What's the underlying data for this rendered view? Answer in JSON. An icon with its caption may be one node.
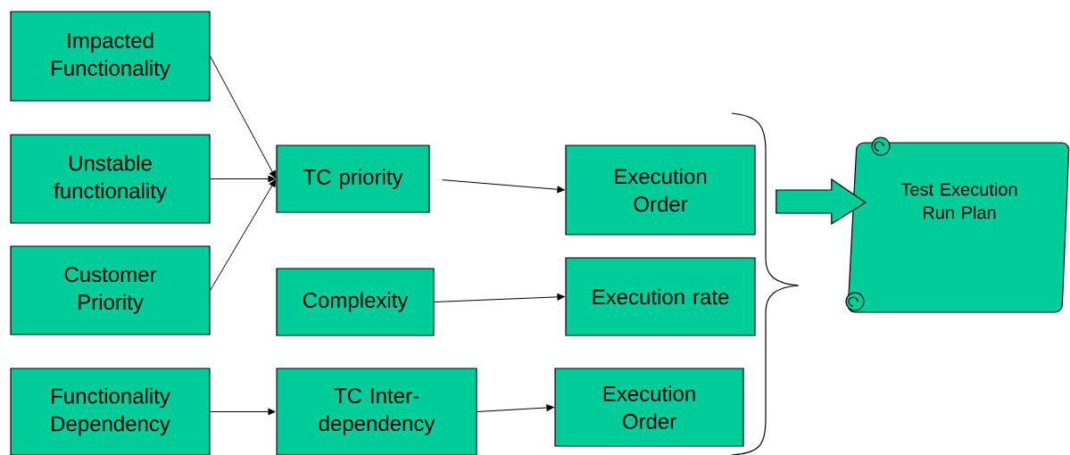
{
  "diagram": {
    "nodes": [
      {
        "text": [
          "Impacted Functionality"
        ]
      },
      {
        "text": [
          "Unstable functionality"
        ]
      },
      {
        "text": [
          "Customer Priority"
        ]
      },
      {
        "text": [
          "TC priority"
        ]
      },
      {
        "text": [
          "Execution Order"
        ]
      },
      {
        "text": [
          "Complexity"
        ]
      },
      {
        "text": [
          "Execution rate"
        ]
      },
      {
        "text": [
          "Functionality Dependency"
        ]
      },
      {
        "text": [
          "TC Inter-dependency"
        ]
      },
      {
        "text": [
          "Execution Order"
        ]
      },
      {
        "text": [
          "Test Execution Run Plan"
        ]
      }
    ],
    "edges": [
      {
        "from": 0,
        "to": 3,
        "arrow": "to"
      },
      {
        "from": 1,
        "to": 3,
        "arrow": "to"
      },
      {
        "from": 2,
        "to": 3,
        "arrow": "to"
      },
      {
        "from": 3,
        "to": 4,
        "arrow": "to"
      },
      {
        "from": 5,
        "to": 6,
        "arrow": "to"
      },
      {
        "from": 7,
        "to": 8,
        "arrow": "to"
      },
      {
        "from": 8,
        "to": 9,
        "arrow": "to"
      },
      {
        "from": null,
        "to": 10,
        "arrow": "to",
        "style": "thick"
      }
    ]
  }
}
